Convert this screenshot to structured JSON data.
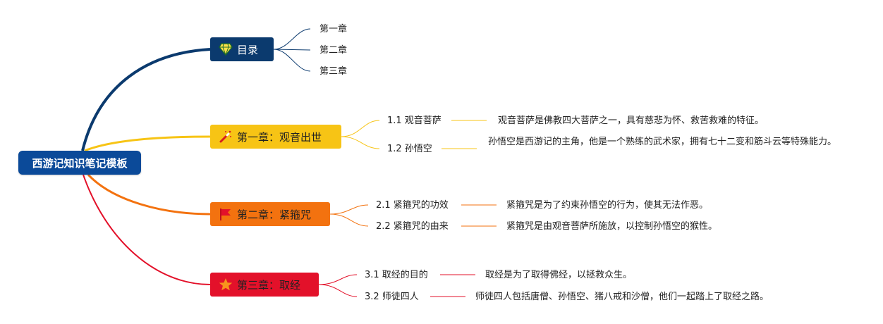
{
  "colors": {
    "root": "#0b4a99",
    "toc": "#0b3a6e",
    "chapter1": "#f7c415",
    "chapter2": "#f3720f",
    "chapter3": "#e3112a"
  },
  "root": {
    "label": "西游记知识笔记模板"
  },
  "toc": {
    "label": "目录",
    "icon": "diamond-icon",
    "items": [
      "第一章",
      "第二章",
      "第三章"
    ]
  },
  "chapter1": {
    "label": "第一章：观音出世",
    "icon": "magic-wand-icon",
    "topics": [
      {
        "title": "1.1 观音菩萨",
        "desc": "观音菩萨是佛教四大菩萨之一，具有慈悲为怀、救苦救难的特征。"
      },
      {
        "title": "1.2 孙悟空",
        "desc": "孙悟空是西游记的主角，他是一个熟练的武术家，拥有七十二变和筋斗云等特殊能力。"
      }
    ]
  },
  "chapter2": {
    "label": "第二章：紧箍咒",
    "icon": "flag-icon",
    "topics": [
      {
        "title": "2.1 紧箍咒的功效",
        "desc": "紧箍咒是为了约束孙悟空的行为，使其无法作恶。"
      },
      {
        "title": "2.2 紧箍咒的由来",
        "desc": "紧箍咒是由观音菩萨所施放，以控制孙悟空的猴性。"
      }
    ]
  },
  "chapter3": {
    "label": "第三章：取经",
    "icon": "star-icon",
    "topics": [
      {
        "title": "3.1 取经的目的",
        "desc": "取经是为了取得佛经，以拯救众生。"
      },
      {
        "title": "3.2 师徒四人",
        "desc": "师徒四人包括唐僧、孙悟空、猪八戒和沙僧，他们一起踏上了取经之路。"
      }
    ]
  }
}
